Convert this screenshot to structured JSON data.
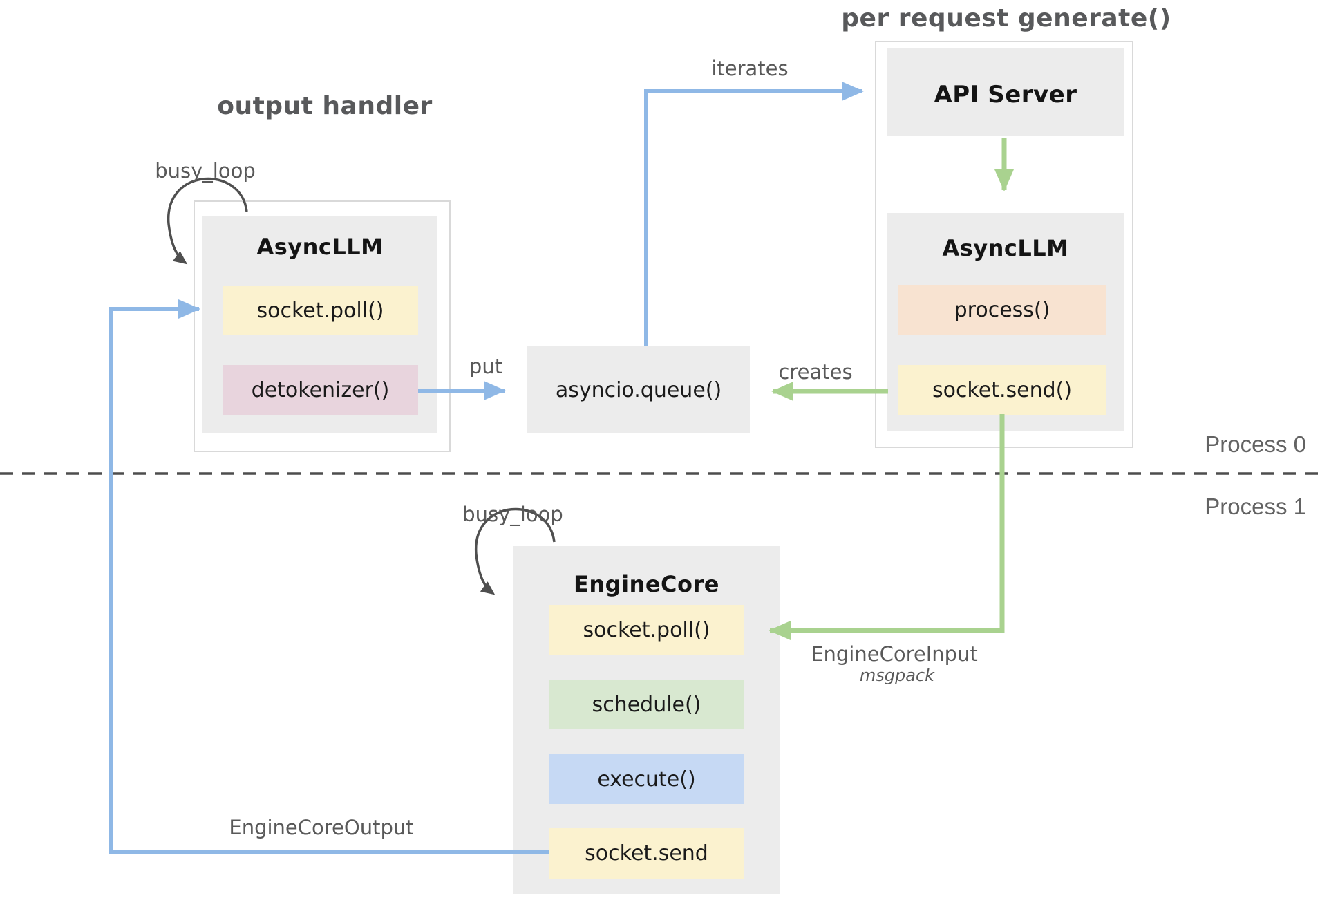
{
  "titles": {
    "output_handler": "output handler",
    "per_request_generate": "per request generate()"
  },
  "process_lanes": {
    "process0": "Process 0",
    "process1": "Process 1"
  },
  "nodes": {
    "api_server": {
      "title": "API Server"
    },
    "async_llm_right": {
      "title": "AsyncLLM",
      "methods": [
        "process()",
        "socket.send()"
      ]
    },
    "async_llm_left": {
      "title": "AsyncLLM",
      "methods": [
        "socket.poll()",
        "detokenizer()"
      ]
    },
    "queue": {
      "title": "asyncio.queue()"
    },
    "engine_core": {
      "title": "EngineCore",
      "methods": [
        "socket.poll()",
        "schedule()",
        "execute()",
        "socket.send"
      ]
    }
  },
  "edge_labels": {
    "busy_loop_output_handler": "busy_loop",
    "busy_loop_engine_core": "busy_loop",
    "iterates": "iterates",
    "put": "put",
    "creates": "creates",
    "engine_core_input": "EngineCoreInput",
    "engine_core_input_format": "msgpack",
    "engine_core_output": "EngineCoreOutput"
  },
  "colors": {
    "node_fill": "#ececec",
    "outer_border": "#d9d9d9",
    "method_yellow": "#fbf2cf",
    "method_pink": "#e8d4dd",
    "method_peach": "#f8e3d1",
    "method_green": "#d8e8d0",
    "method_blue": "#c6d9f4",
    "arrow_blue": "#8fb8e6",
    "arrow_green": "#a9d28f",
    "loop_arrow_dark": "#4f4f4f",
    "label_gray": "#595959",
    "dashed_divider": "#4d4d4d"
  }
}
